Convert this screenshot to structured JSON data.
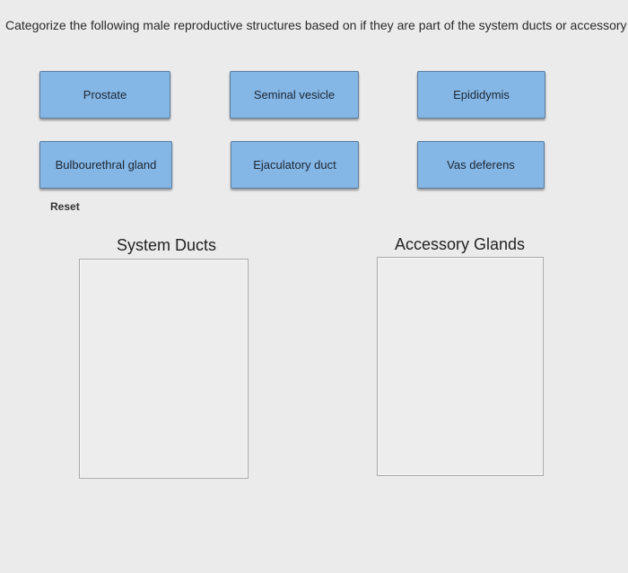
{
  "instruction": "Categorize the following male reproductive structures based on if they are part of the system ducts or accessory glanc",
  "tiles": [
    {
      "label": "Prostate"
    },
    {
      "label": "Seminal vesicle"
    },
    {
      "label": "Epididymis"
    },
    {
      "label": "Bulbourethral gland"
    },
    {
      "label": "Ejaculatory duct"
    },
    {
      "label": "Vas deferens"
    }
  ],
  "reset_label": "Reset",
  "zones": [
    {
      "title": "System Ducts"
    },
    {
      "title": "Accessory Glands"
    }
  ],
  "colors": {
    "tile_fill": "#84b6e6",
    "tile_border": "#5f7f9f",
    "background": "#ebebec"
  }
}
